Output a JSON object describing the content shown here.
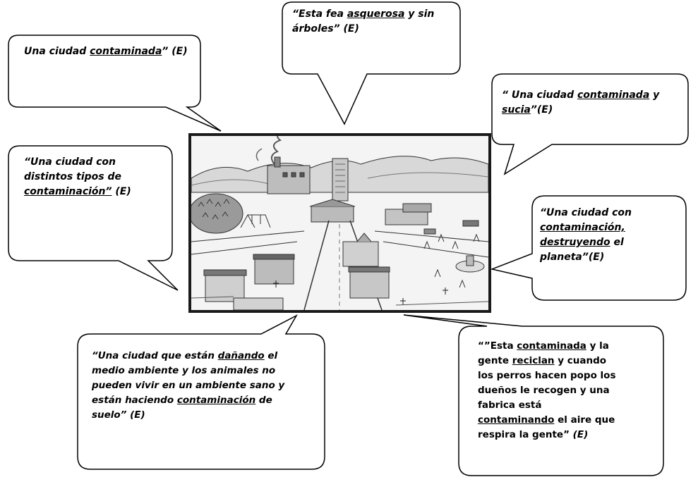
{
  "caption": "Una ciudad contaminada",
  "bubbles": [
    {
      "id": "b1",
      "runs": [
        {
          "t": "Una ciudad "
        },
        {
          "t": "contaminada",
          "u": true
        },
        {
          "t": "” (E)"
        }
      ]
    },
    {
      "id": "b2",
      "runs": [
        {
          "t": "“Esta fea "
        },
        {
          "t": "asquerosa",
          "u": true
        },
        {
          "t": " y sin"
        },
        {
          "br": true
        },
        {
          "t": "árboles” (E)"
        }
      ]
    },
    {
      "id": "b3",
      "runs": [
        {
          "t": "“ Una ciudad "
        },
        {
          "t": "contaminada",
          "u": true
        },
        {
          "t": " y"
        },
        {
          "br": true
        },
        {
          "t": "sucia",
          "u": true
        },
        {
          "t": "”(E)"
        }
      ]
    },
    {
      "id": "b4",
      "runs": [
        {
          "t": "“Una ciudad con"
        },
        {
          "br": true
        },
        {
          "t": "distintos tipos de"
        },
        {
          "br": true
        },
        {
          "t": "contaminación”",
          "u": true
        },
        {
          "t": " (E)"
        }
      ]
    },
    {
      "id": "b5",
      "runs": [
        {
          "t": "“Una ciudad con"
        },
        {
          "br": true
        },
        {
          "t": "contaminación,",
          "u": true
        },
        {
          "br": true
        },
        {
          "t": "destruyendo",
          "u": true
        },
        {
          "t": " el"
        },
        {
          "br": true
        },
        {
          "t": "planeta”(E)"
        }
      ]
    },
    {
      "id": "b6",
      "runs": [
        {
          "t": "“Una ciudad que están "
        },
        {
          "t": "dañando",
          "u": true
        },
        {
          "t": " el"
        },
        {
          "br": true
        },
        {
          "t": "medio ambiente y los animales no"
        },
        {
          "br": true
        },
        {
          "t": "pueden vivir en un ambiente sano y"
        },
        {
          "br": true
        },
        {
          "t": "están haciendo "
        },
        {
          "t": "contaminación",
          "u": true
        },
        {
          "t": " de"
        },
        {
          "br": true
        },
        {
          "t": "suelo” (E)"
        }
      ]
    },
    {
      "id": "b7",
      "runs": [
        {
          "t": "“”Esta "
        },
        {
          "t": "contaminada",
          "u": true
        },
        {
          "t": " y la"
        },
        {
          "br": true
        },
        {
          "t": "gente "
        },
        {
          "t": "reciclan",
          "u": true
        },
        {
          "t": " y cuando"
        },
        {
          "br": true
        },
        {
          "t": "los perros hacen popo los"
        },
        {
          "br": true
        },
        {
          "t": "dueños le recogen y una"
        },
        {
          "br": true
        },
        {
          "t": "fabrica                      está"
        },
        {
          "br": true
        },
        {
          "t": "contaminando",
          "u": true
        },
        {
          "t": " el aire que"
        },
        {
          "br": true
        },
        {
          "t": "respira la gente” "
        },
        {
          "t": "(E)",
          "i": true
        }
      ]
    }
  ]
}
